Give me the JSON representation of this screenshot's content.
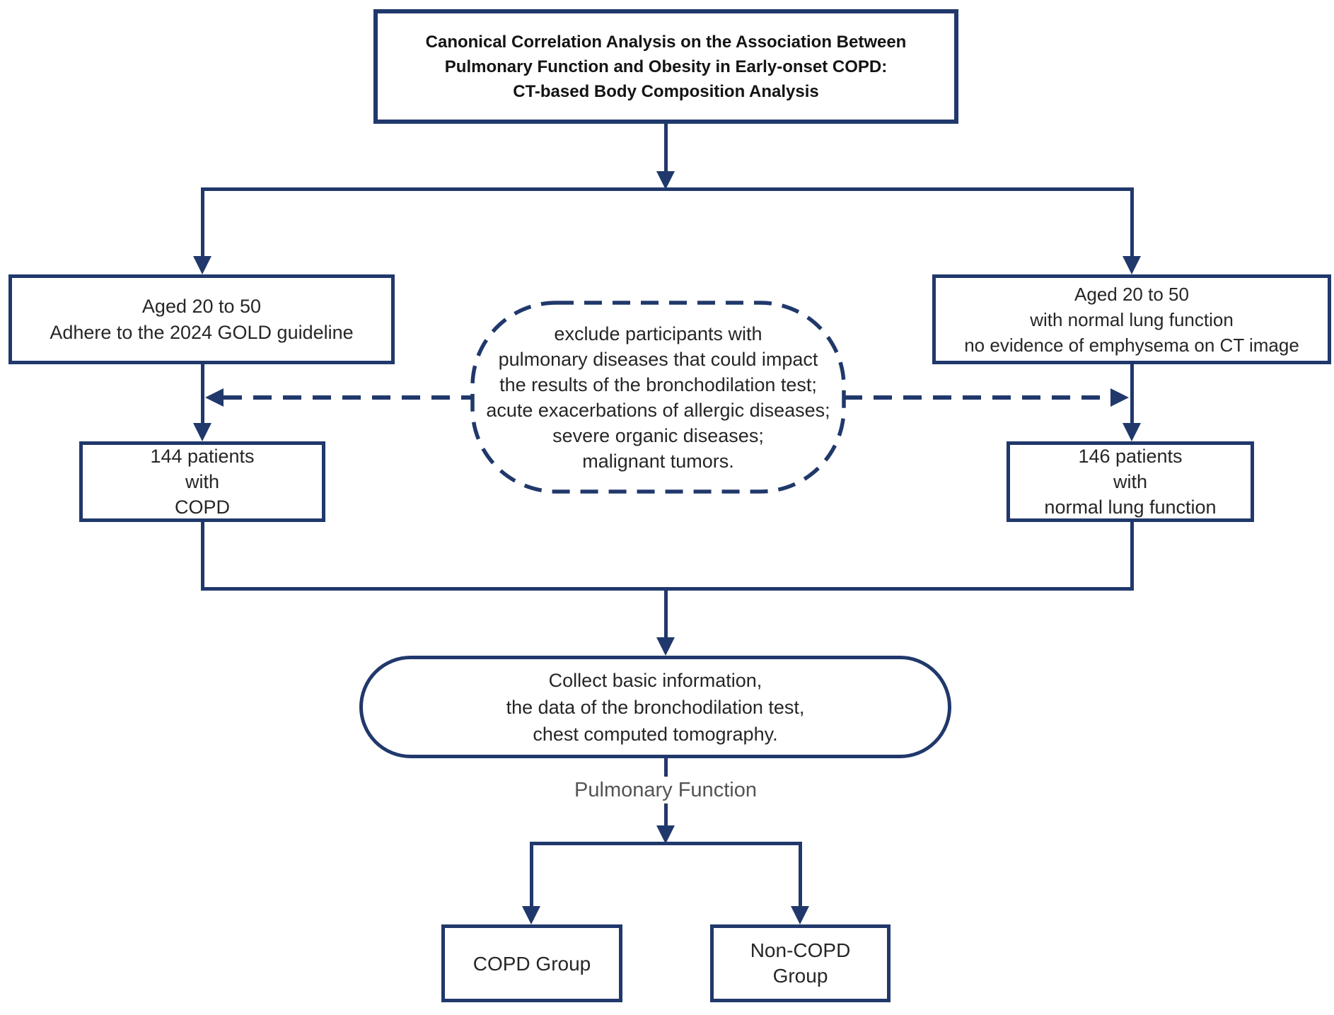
{
  "colors": {
    "connector": "#20386b",
    "box_border": "#20386b",
    "box_text": "#262626",
    "label_text": "#545454",
    "background": "#ffffff"
  },
  "title": {
    "lines": [
      "Canonical Correlation Analysis on the Association Between",
      "Pulmonary Function and Obesity in Early-onset COPD:",
      "CT-based Body Composition Analysis"
    ]
  },
  "left_criteria": {
    "lines": [
      "Aged 20 to 50",
      "Adhere to the 2024 GOLD guideline"
    ]
  },
  "right_criteria": {
    "lines": [
      "Aged 20 to 50",
      "with normal lung function",
      "no evidence of emphysema on CT image"
    ]
  },
  "exclusion": {
    "lines": [
      "exclude participants with",
      "pulmonary diseases that could impact",
      "the results of the bronchodilation test;",
      "acute exacerbations of allergic diseases;",
      "severe organic diseases;",
      "malignant tumors."
    ]
  },
  "copd_cohort": {
    "lines": [
      "144 patients",
      "with",
      "COPD"
    ]
  },
  "normal_cohort": {
    "lines": [
      "146 patients",
      "with",
      "normal lung function"
    ]
  },
  "collect": {
    "lines": [
      "Collect basic information,",
      "the data of the bronchodilation test,",
      "chest computed tomography."
    ]
  },
  "split_label": "Pulmonary Function",
  "copd_group": {
    "lines": [
      "COPD Group"
    ]
  },
  "non_copd_group": {
    "lines": [
      "Non-COPD",
      "Group"
    ]
  }
}
